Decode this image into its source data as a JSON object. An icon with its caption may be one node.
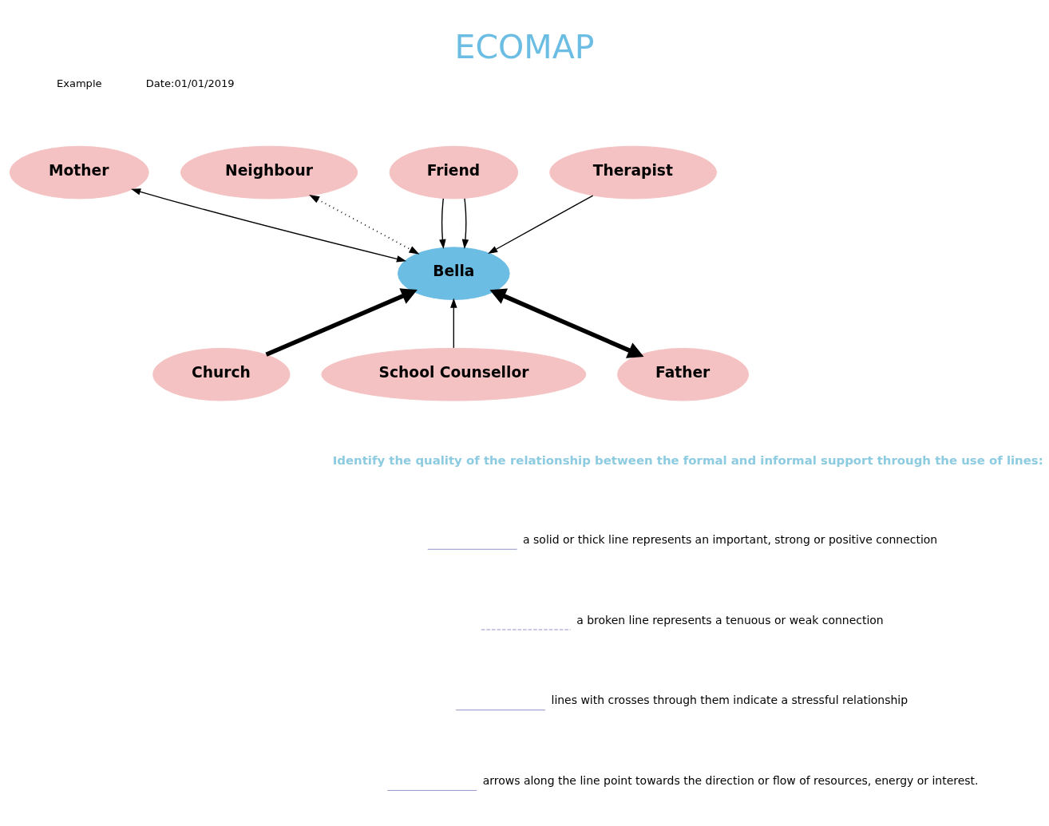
{
  "diagram": {
    "title": "ECOMAP",
    "nodes": [
      {
        "text": [
          "Mother"
        ]
      },
      {
        "text": [
          "Neighbour"
        ]
      },
      {
        "text": [
          "Friend"
        ]
      },
      {
        "text": [
          "Therapist"
        ]
      },
      {
        "text": [
          "Bella"
        ]
      },
      {
        "text": [
          "Church"
        ]
      },
      {
        "text": [
          "School Counsellor"
        ]
      },
      {
        "text": [
          "Father"
        ]
      }
    ],
    "edges": [
      {
        "from": 0,
        "to": 4,
        "arrow": "both"
      },
      {
        "from": 1,
        "to": 4,
        "arrow": "both",
        "style": "dashed"
      },
      {
        "from": 2,
        "to": 4,
        "arrow": "to"
      },
      {
        "from": 2,
        "to": 4,
        "arrow": "to"
      },
      {
        "from": 3,
        "to": 4,
        "arrow": "to"
      },
      {
        "from": 5,
        "to": 4,
        "arrow": "to",
        "style": "thick"
      },
      {
        "from": 7,
        "to": 4,
        "arrow": "both",
        "style": "thick"
      },
      {
        "from": 6,
        "to": 4,
        "arrow": "to"
      }
    ],
    "labels": [
      "Example",
      "Date:01/01/2019",
      "Identify the quality of the relationship between the formal and informal support through the use of lines:"
    ],
    "legend": [
      {
        "text": "a solid or thick line represents an important, strong or positive connection"
      },
      {
        "text": "a broken line represents a tenuous or weak connection"
      },
      {
        "text": "lines with crosses through them indicate a stressful relationship"
      },
      {
        "text": "arrows along the line point towards the direction or flow of resources, energy or interest."
      }
    ]
  }
}
